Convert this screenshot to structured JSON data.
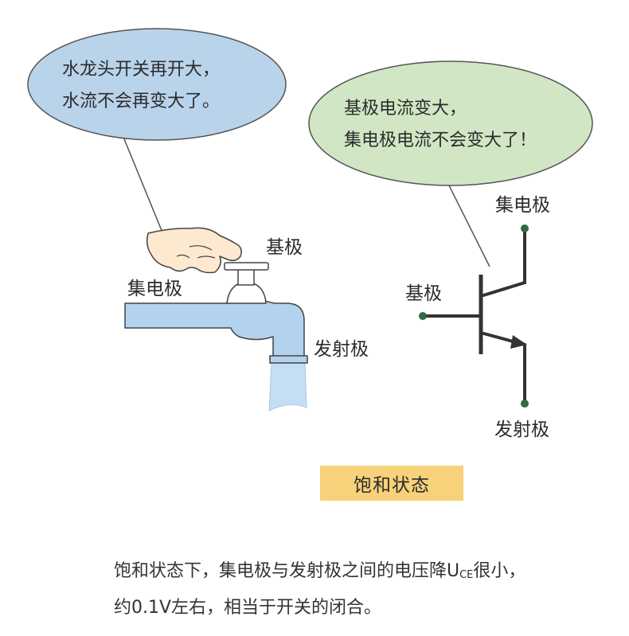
{
  "bubble_left": {
    "line1": "水龙头开关再开大，",
    "line2": "水流不会再变大了。",
    "fill": "#b9d3ea",
    "stroke": "#555555"
  },
  "bubble_right": {
    "line1": "基极电流变大，",
    "line2": "集电极电流不会变大了！",
    "fill": "#d1e6c5",
    "stroke": "#555555"
  },
  "faucet": {
    "label_base": "基极",
    "label_collector": "集电极",
    "label_emitter": "发射极",
    "pipe_color": "#b3d2ef",
    "water_color": "#c5def3"
  },
  "transistor": {
    "label_collector": "集电极",
    "label_base": "基极",
    "label_emitter": "发射极",
    "terminal_color": "#2e6a46"
  },
  "state_label": "饱和状态",
  "state_color": "#f7d27a",
  "caption": {
    "line1_pre": "饱和状态下，集电极与发射极之间的电压降U",
    "line1_sub": "CE",
    "line1_post": "很小，",
    "line2": "约0.1V左右，相当于开关的闭合。"
  }
}
